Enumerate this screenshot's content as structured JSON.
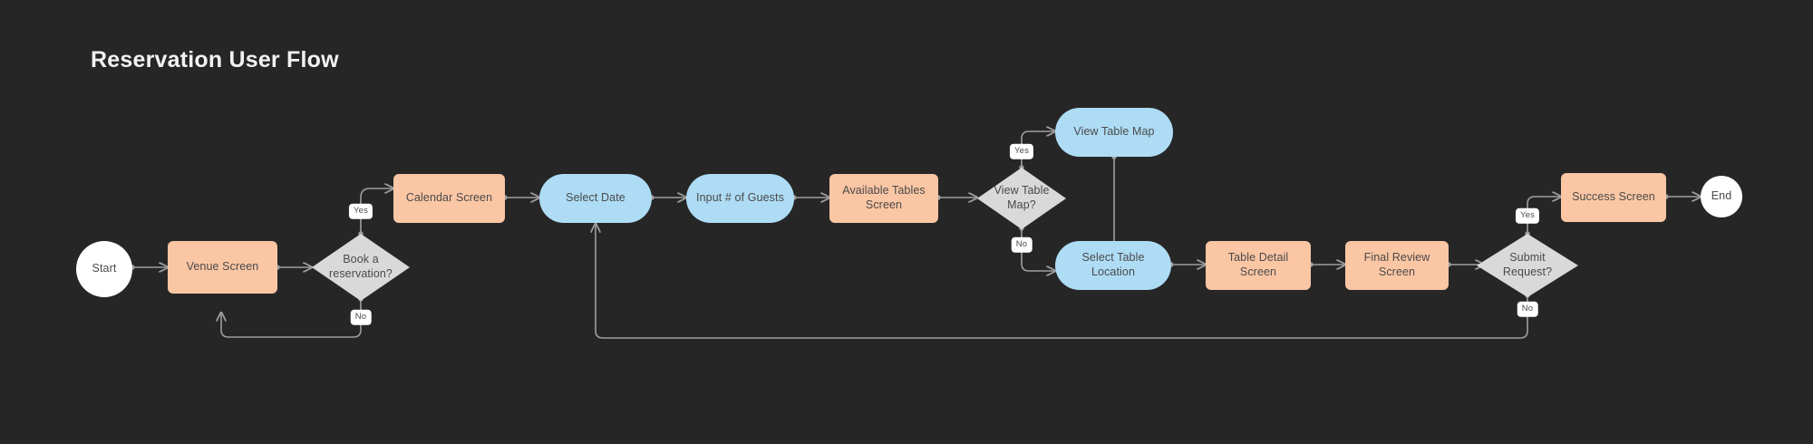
{
  "page": {
    "title": "Reservation User Flow",
    "background_color": "#262626",
    "title_color": "#f2f2f2"
  },
  "palette": {
    "process_fill": "#fbc6a4",
    "screen_fill": "#aedcf5",
    "decision_fill": "#d9d9d9",
    "terminal_fill": "#ffffff",
    "edge_color": "#9e9e9e",
    "node_text": "#4a4a4a"
  },
  "chart_data": {
    "type": "diagram",
    "title": "Reservation User Flow",
    "nodes": [
      {
        "id": "start",
        "label": "Start",
        "shape": "circle",
        "color": "#ffffff"
      },
      {
        "id": "venue",
        "label": "Venue Screen",
        "shape": "rect",
        "color": "#fbc6a4"
      },
      {
        "id": "book",
        "label": "Book a reservation?",
        "shape": "diamond",
        "color": "#d9d9d9"
      },
      {
        "id": "calendar",
        "label": "Calendar Screen",
        "shape": "rect",
        "color": "#fbc6a4"
      },
      {
        "id": "selectdate",
        "label": "Select Date",
        "shape": "pill",
        "color": "#aedcf5"
      },
      {
        "id": "guests",
        "label": "Input # of Guests",
        "shape": "pill",
        "color": "#aedcf5"
      },
      {
        "id": "tables",
        "label": "Available Tables Screen",
        "shape": "rect",
        "color": "#fbc6a4"
      },
      {
        "id": "viewmapq",
        "label": "View Table Map?",
        "shape": "diamond",
        "color": "#d9d9d9"
      },
      {
        "id": "viewmap",
        "label": "View Table Map",
        "shape": "pill",
        "color": "#aedcf5"
      },
      {
        "id": "selectloc",
        "label": "Select Table Location",
        "shape": "pill",
        "color": "#aedcf5"
      },
      {
        "id": "detail",
        "label": "Table Detail Screen",
        "shape": "rect",
        "color": "#fbc6a4"
      },
      {
        "id": "review",
        "label": "Final Review Screen",
        "shape": "rect",
        "color": "#fbc6a4"
      },
      {
        "id": "submitq",
        "label": "Submit Request?",
        "shape": "diamond",
        "color": "#d9d9d9"
      },
      {
        "id": "success",
        "label": "Success Screen",
        "shape": "rect",
        "color": "#fbc6a4"
      },
      {
        "id": "end",
        "label": "End",
        "shape": "circle",
        "color": "#ffffff"
      }
    ],
    "edges": [
      {
        "from": "start",
        "to": "venue",
        "label": ""
      },
      {
        "from": "venue",
        "to": "book",
        "label": ""
      },
      {
        "from": "book",
        "to": "calendar",
        "label": "Yes"
      },
      {
        "from": "book",
        "to": "venue",
        "label": "No"
      },
      {
        "from": "calendar",
        "to": "selectdate",
        "label": ""
      },
      {
        "from": "selectdate",
        "to": "guests",
        "label": ""
      },
      {
        "from": "guests",
        "to": "tables",
        "label": ""
      },
      {
        "from": "tables",
        "to": "viewmapq",
        "label": ""
      },
      {
        "from": "viewmapq",
        "to": "viewmap",
        "label": "Yes"
      },
      {
        "from": "viewmapq",
        "to": "selectloc",
        "label": "No"
      },
      {
        "from": "viewmap",
        "to": "selectloc",
        "label": ""
      },
      {
        "from": "selectloc",
        "to": "detail",
        "label": ""
      },
      {
        "from": "detail",
        "to": "review",
        "label": ""
      },
      {
        "from": "review",
        "to": "submitq",
        "label": ""
      },
      {
        "from": "submitq",
        "to": "success",
        "label": "Yes"
      },
      {
        "from": "submitq",
        "to": "selectdate",
        "label": "No"
      },
      {
        "from": "success",
        "to": "end",
        "label": ""
      }
    ],
    "edge_labels": [
      "Yes",
      "No",
      "Yes",
      "No",
      "Yes",
      "No"
    ]
  },
  "nodes": {
    "start": "Start",
    "venue": "Venue Screen",
    "book_line1": "Book a",
    "book_line2": "reservation?",
    "calendar": "Calendar Screen",
    "selectdate": "Select Date",
    "guests": "Input # of Guests",
    "tables": "Available Tables Screen",
    "viewmapq_line1": "View Table",
    "viewmapq_line2": "Map?",
    "viewmap": "View Table Map",
    "selectloc": "Select Table Location",
    "detail": "Table Detail Screen",
    "review": "Final Review Screen",
    "submitq_line1": "Submit",
    "submitq_line2": "Request?",
    "success": "Success Screen",
    "end": "End"
  },
  "labels": {
    "book_yes": "Yes",
    "book_no": "No",
    "viewmap_yes": "Yes",
    "viewmap_no": "No",
    "submit_yes": "Yes",
    "submit_no": "No"
  }
}
